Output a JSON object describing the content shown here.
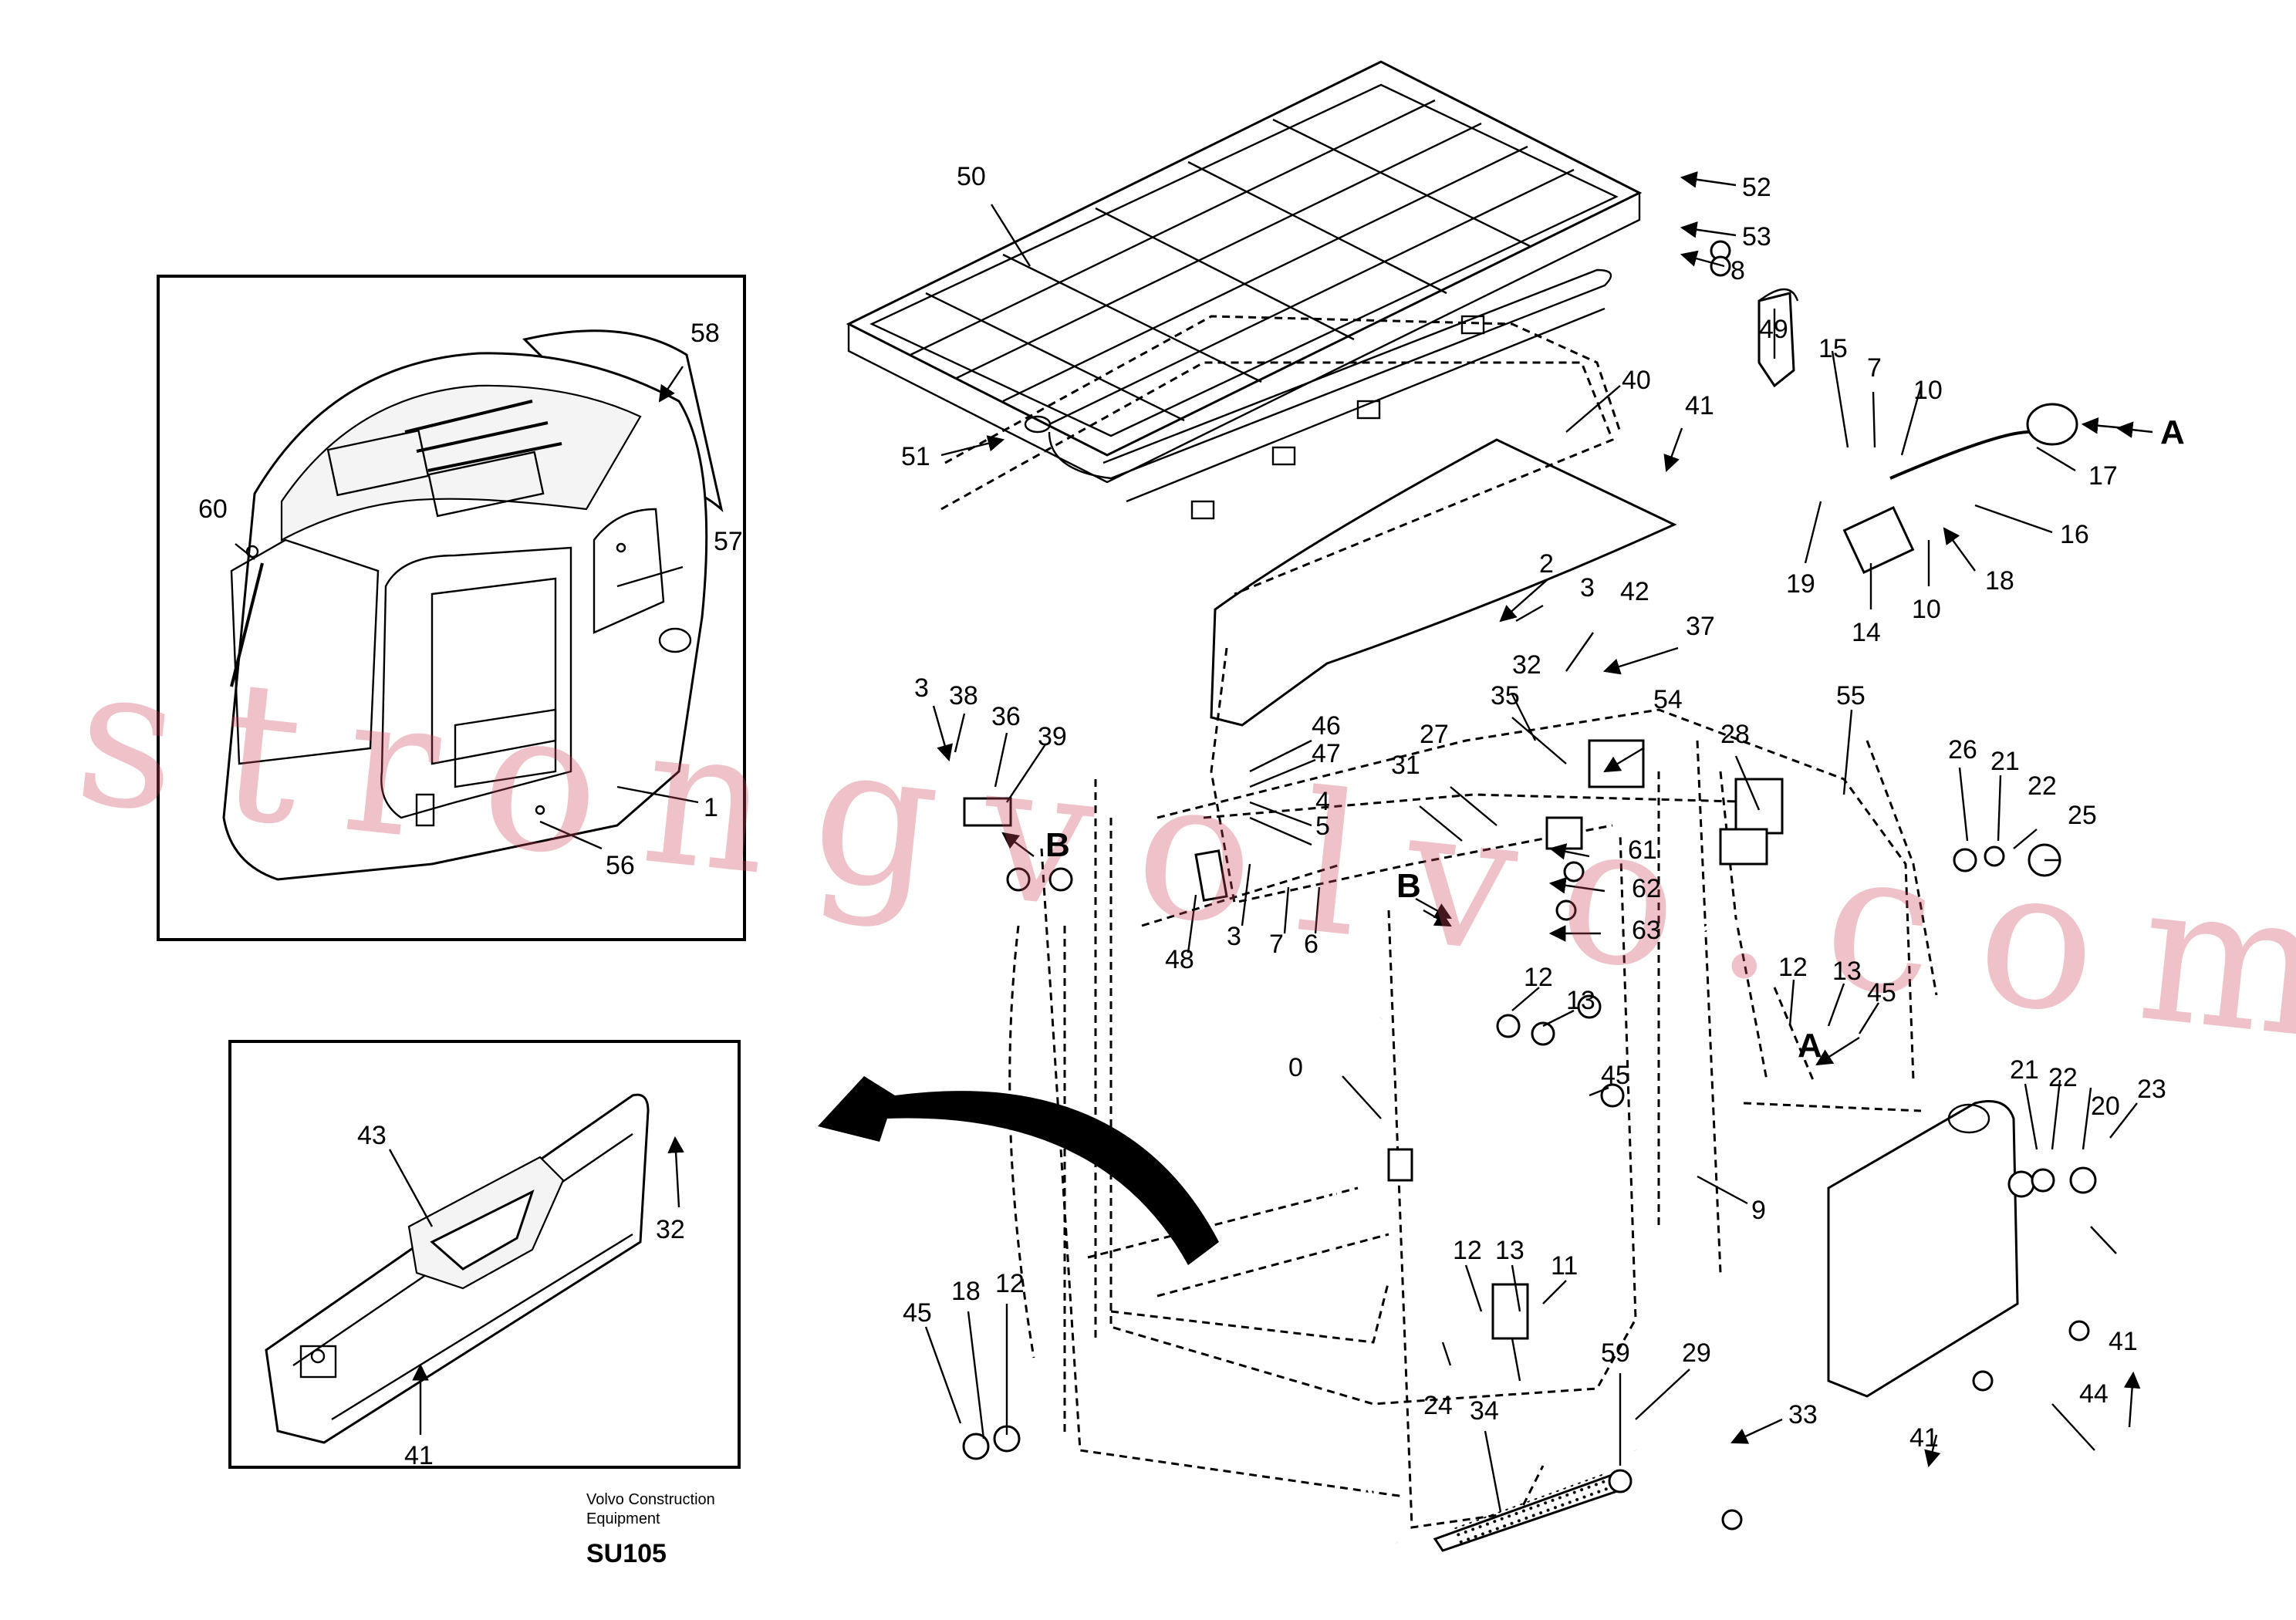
{
  "diagram": {
    "brand_line1": "Volvo Construction",
    "brand_line2": "Equipment",
    "drawing_code": "SU105",
    "watermark": "strongvolvo.com",
    "view_letters": {
      "a_right": "A",
      "a_door": "A",
      "b_left": "B",
      "b_frame": "B"
    },
    "callouts": {
      "c1": "1",
      "c56": "56",
      "c57": "57",
      "c58": "58",
      "c60": "60",
      "c43": "43",
      "c32a": "32",
      "c41a": "41",
      "c50": "50",
      "c51": "51",
      "c52": "52",
      "c53": "53",
      "c8": "8",
      "c40": "40",
      "c41b": "41",
      "c49": "49",
      "c15": "15",
      "c7a": "7",
      "c10a": "10",
      "c19": "19",
      "c14": "14",
      "c10b": "10",
      "c17": "17",
      "c16": "16",
      "c18a": "18",
      "c2": "2",
      "c3a": "3",
      "c42": "42",
      "c37": "37",
      "c3b": "3",
      "c38": "38",
      "c36": "36",
      "c39": "39",
      "c46": "46",
      "c47": "47",
      "c4": "4",
      "c5": "5",
      "c32b": "32",
      "c35": "35",
      "c27": "27",
      "c31": "31",
      "c54": "54",
      "c28": "28",
      "c55": "55",
      "c26": "26",
      "c21a": "21",
      "c22a": "22",
      "c25": "25",
      "c48": "48",
      "c3c": "3",
      "c7b": "7",
      "c6": "6",
      "c61": "61",
      "c62": "62",
      "c63": "63",
      "c12a": "12",
      "c13a": "13",
      "c45a": "45",
      "c12b": "12",
      "c13b": "13",
      "c45b": "45",
      "c0": "0",
      "c9": "9",
      "c11": "11",
      "c12c": "12",
      "c13c": "13",
      "c24": "24",
      "c45c": "45",
      "c18b": "18",
      "c12d": "12",
      "c34": "34",
      "c59": "59",
      "c29": "29",
      "c33": "33",
      "c21b": "21",
      "c22b": "22",
      "c20": "20",
      "c23": "23",
      "c41c": "41",
      "c41d": "41",
      "c44": "44"
    }
  }
}
